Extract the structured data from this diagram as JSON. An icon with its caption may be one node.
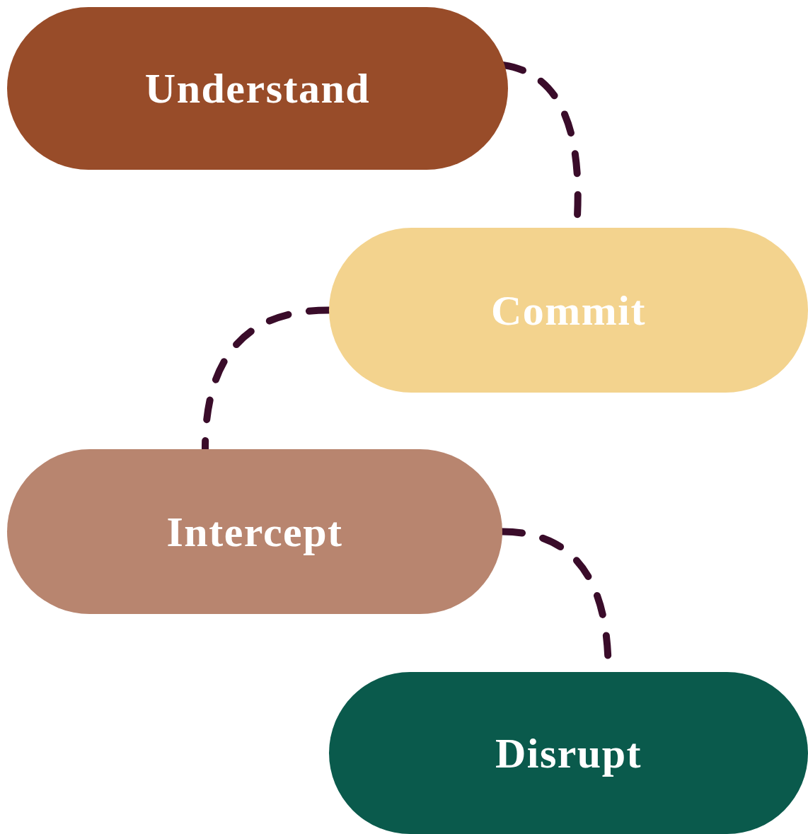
{
  "diagram": {
    "nodes": [
      {
        "text": [
          "Understand"
        ]
      },
      {
        "text": [
          "Commit"
        ]
      },
      {
        "text": [
          "Intercept"
        ]
      },
      {
        "text": [
          "Disrupt"
        ]
      }
    ],
    "edges": [
      {
        "from": 0,
        "to": 1,
        "arrow": "none",
        "style": "dashed"
      },
      {
        "from": 1,
        "to": 2,
        "arrow": "none",
        "style": "dashed"
      },
      {
        "from": 2,
        "to": 3,
        "arrow": "none",
        "style": "dashed"
      }
    ]
  }
}
